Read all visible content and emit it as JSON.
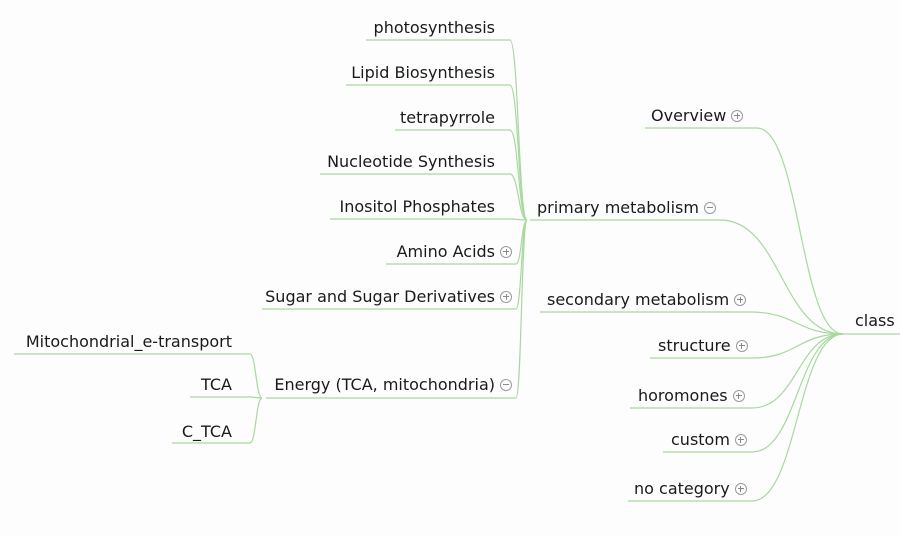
{
  "root": {
    "label": "class"
  },
  "nodes": {
    "overview": {
      "label": "Overview",
      "toggle": "plus"
    },
    "primary": {
      "label": "primary metabolism",
      "toggle": "minus"
    },
    "secondary": {
      "label": "secondary metabolism",
      "toggle": "plus"
    },
    "structure": {
      "label": "structure",
      "toggle": "plus"
    },
    "horomones": {
      "label": "horomones",
      "toggle": "plus"
    },
    "custom": {
      "label": "custom",
      "toggle": "plus"
    },
    "nocategory": {
      "label": "no category",
      "toggle": "plus"
    },
    "photosynthesis": {
      "label": "photosynthesis"
    },
    "lipid": {
      "label": "Lipid Biosynthesis"
    },
    "tetrapyrrole": {
      "label": "tetrapyrrole"
    },
    "nucleotide": {
      "label": "Nucleotide Synthesis"
    },
    "inositol": {
      "label": "Inositol Phosphates"
    },
    "amino": {
      "label": "Amino Acids",
      "toggle": "plus"
    },
    "sugar": {
      "label": "Sugar and Sugar Derivatives",
      "toggle": "plus"
    },
    "energy": {
      "label": "Energy (TCA, mitochondria)",
      "toggle": "minus"
    },
    "mito": {
      "label": "Mitochondrial_e-transport"
    },
    "tca": {
      "label": "TCA"
    },
    "ctca": {
      "label": "C_TCA"
    }
  },
  "colors": {
    "link": "#a8d8a0",
    "text": "#1a1a1a",
    "background": "#fdfdfd"
  }
}
